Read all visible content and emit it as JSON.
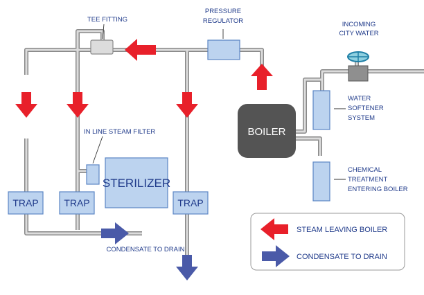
{
  "labels": {
    "tee_fitting": "TEE FITTING",
    "pressure_regulator_1": "PRESSURE",
    "pressure_regulator_2": "REGULATOR",
    "incoming_1": "INCOMING",
    "incoming_2": "CITY WATER",
    "softener_1": "WATER",
    "softener_2": "SOFTENER",
    "softener_3": "SYSTEM",
    "chemical_1": "CHEMICAL",
    "chemical_2": "TREATMENT",
    "chemical_3": "ENTERING BOILER",
    "inline_filter": "IN LINE STEAM FILTER",
    "condensate_drain": "CONDENSATE TO DRAIN"
  },
  "components": {
    "boiler": "BOILER",
    "sterilizer": "STERILIZER",
    "trap_1": "TRAP",
    "trap_2": "TRAP",
    "trap_3": "TRAP"
  },
  "legend": {
    "steam_label": "STEAM LEAVING BOILER",
    "condensate_label": "CONDENSATE TO DRAIN"
  },
  "colors": {
    "steam_arrow": "#e8202a",
    "condensate_arrow": "#4a5aa8",
    "pipe": "#c8c8c8",
    "component_fill": "#bcd3ef",
    "component_stroke": "#5b86c4",
    "boiler_fill": "#545454",
    "label_text": "#1f3a8a"
  }
}
